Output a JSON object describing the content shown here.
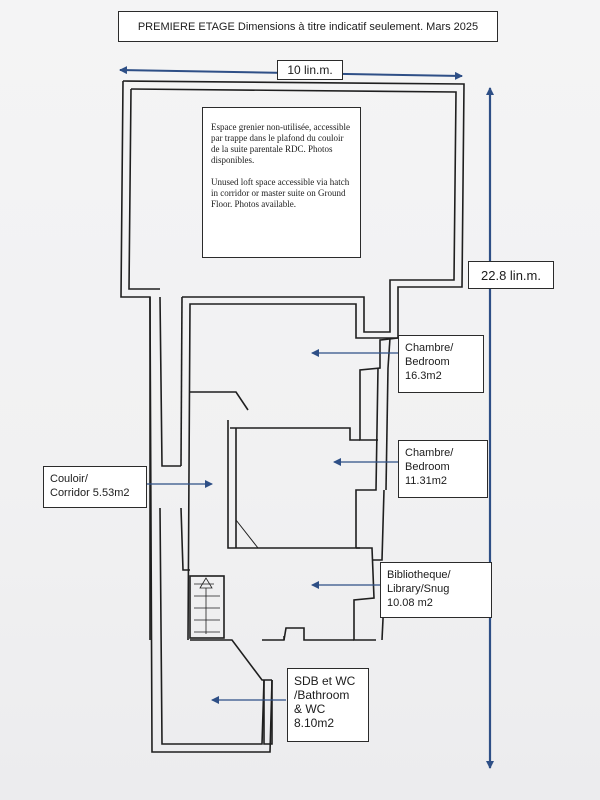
{
  "title": "PREMIERE ETAGE Dimensions à titre indicatif seulement. Mars 2025",
  "dimensions": {
    "width": "10 lin.m.",
    "height": "22.8 lin.m."
  },
  "loft_note": {
    "french": "Espace grenier non-utilisée, accessible par trappe dans le plafond du couloir de la suite parentale RDC. Photos disponibles.",
    "english": "Unused loft space accessible via hatch in corridor or master suite on Ground Floor. Photos available."
  },
  "rooms": [
    {
      "name_line1": "Chambre/",
      "name_line2": "Bedroom",
      "area": "16.3m2"
    },
    {
      "name_line1": "Chambre/",
      "name_line2": "Bedroom",
      "area": "11.31m2"
    },
    {
      "name_line1": "Bibliotheque/",
      "name_line2": "Library/Snug",
      "area": "10.08 m2"
    },
    {
      "name_line1": "Couloir/",
      "name_line2": "Corridor 5.53m2",
      "area": ""
    },
    {
      "name_line1": "SDB et WC",
      "name_line2": "/Bathroom",
      "name_line3": "& WC",
      "area": "8.10m2"
    }
  ],
  "colors": {
    "arrow": "#2e4f86",
    "walls": "#1f1f1f"
  }
}
